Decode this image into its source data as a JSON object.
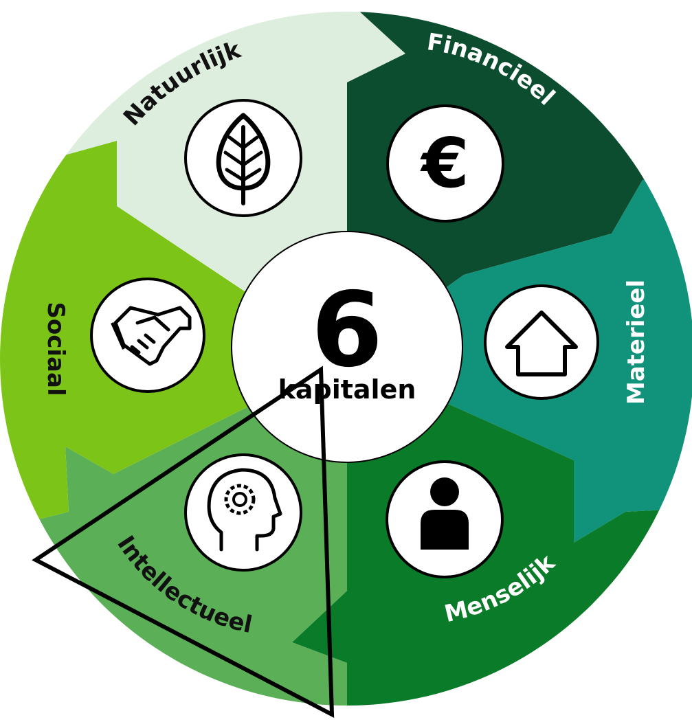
{
  "diagram": {
    "center": {
      "number": "6",
      "word": "kapitalen"
    },
    "segments": [
      {
        "key": "financieel",
        "label": "Financieel",
        "icon": "euro-icon",
        "color": "#0b4d2e",
        "text_color": "#ffffff"
      },
      {
        "key": "materieel",
        "label": "Materieel",
        "icon": "house-icon",
        "color": "#11927a",
        "text_color": "#ffffff"
      },
      {
        "key": "menselijk",
        "label": "Menselijk",
        "icon": "person-icon",
        "color": "#0a7b28",
        "text_color": "#ffffff"
      },
      {
        "key": "intellectueel",
        "label": "Intellectueel",
        "icon": "head-gear-icon",
        "color": "#5aaf57",
        "text_color": "#111111"
      },
      {
        "key": "sociaal",
        "label": "Sociaal",
        "icon": "handshake-icon",
        "color": "#7dc418",
        "text_color": "#111111"
      },
      {
        "key": "natuurlijk",
        "label": "Natuurlijk",
        "icon": "leaf-icon",
        "color": "#deeede",
        "text_color": "#111111"
      }
    ]
  }
}
